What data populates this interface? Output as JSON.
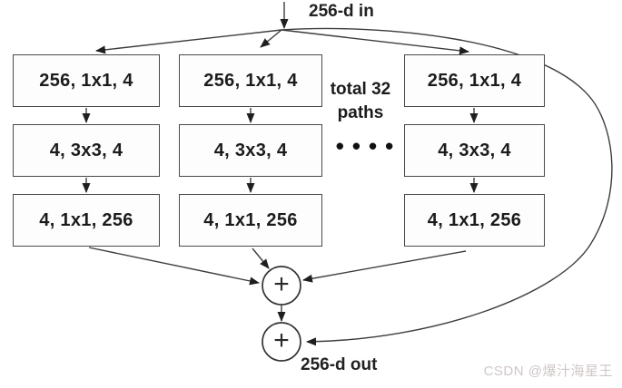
{
  "diagram": {
    "input_label": "256-d in",
    "output_label": "256-d out",
    "note_line1": "total 32",
    "note_line2": "paths",
    "ellipsis_dots": "••••",
    "plus_sign": "+",
    "branches": [
      {
        "layers": [
          "256, 1x1, 4",
          "4, 3x3, 4",
          "4, 1x1, 256"
        ]
      },
      {
        "layers": [
          "256, 1x1, 4",
          "4, 3x3, 4",
          "4, 1x1, 256"
        ]
      },
      {
        "layers": [
          "256, 1x1, 4",
          "4, 3x3, 4",
          "4, 1x1, 256"
        ]
      }
    ]
  },
  "watermark": {
    "text": "CSDN @爆汁海星王",
    "color": "#cfc7c7"
  },
  "colors": {
    "line": "#3d3d3d",
    "box_border": "#4a4a4a",
    "text": "#1c1c1c",
    "background": "#ffffff"
  }
}
